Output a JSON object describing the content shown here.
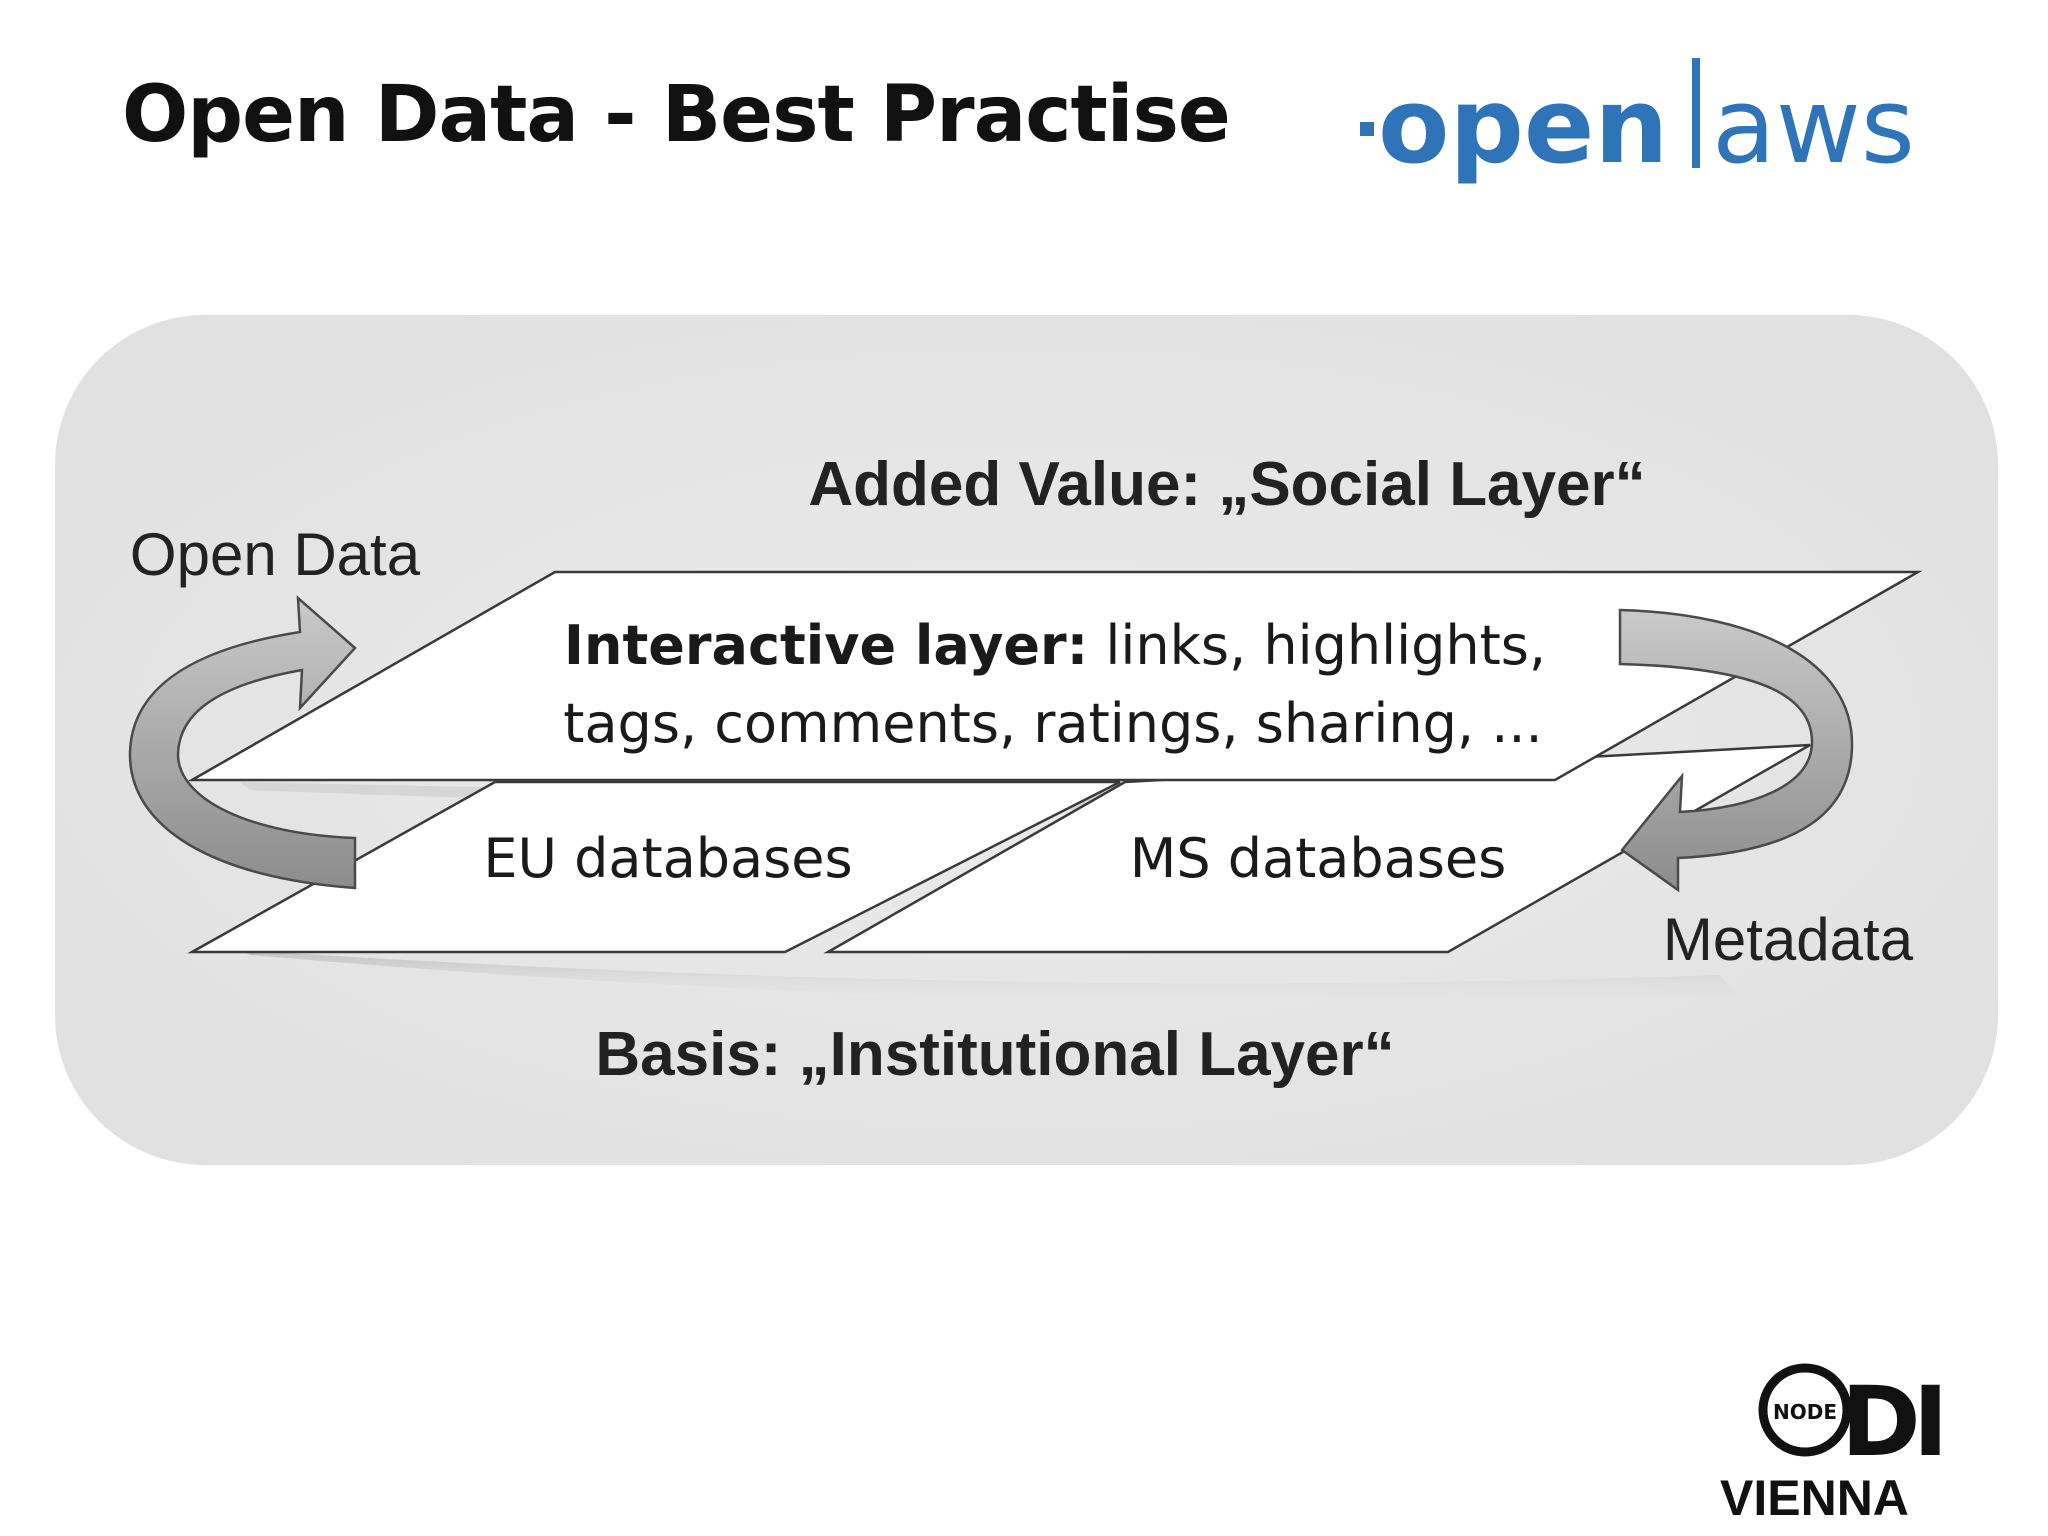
{
  "slide": {
    "title": "Open Data - Best Practise"
  },
  "logo_openlaws": {
    "prefix": "·",
    "bold": "open",
    "separator": "|",
    "light": "aws",
    "color": "#2f73b8"
  },
  "diagram": {
    "top_label": "Added Value: „Social Layer“",
    "bottom_label": "Basis: „Institutional Layer“",
    "left_arrow_label": "Open Data",
    "right_arrow_label": "Metadata",
    "interactive_layer_bold": "Interactive layer:",
    "interactive_layer_rest": " links, highlights,",
    "interactive_layer_line2": "tags, comments, ratings, sharing, ...",
    "eu_label": "EU databases",
    "ms_label": "MS databases",
    "panel_color": "#e6e6e6",
    "arrow_color": "#9a9a9a"
  },
  "logo_odi": {
    "node": "NODE",
    "odi": "DI",
    "city": "VIENNA"
  }
}
